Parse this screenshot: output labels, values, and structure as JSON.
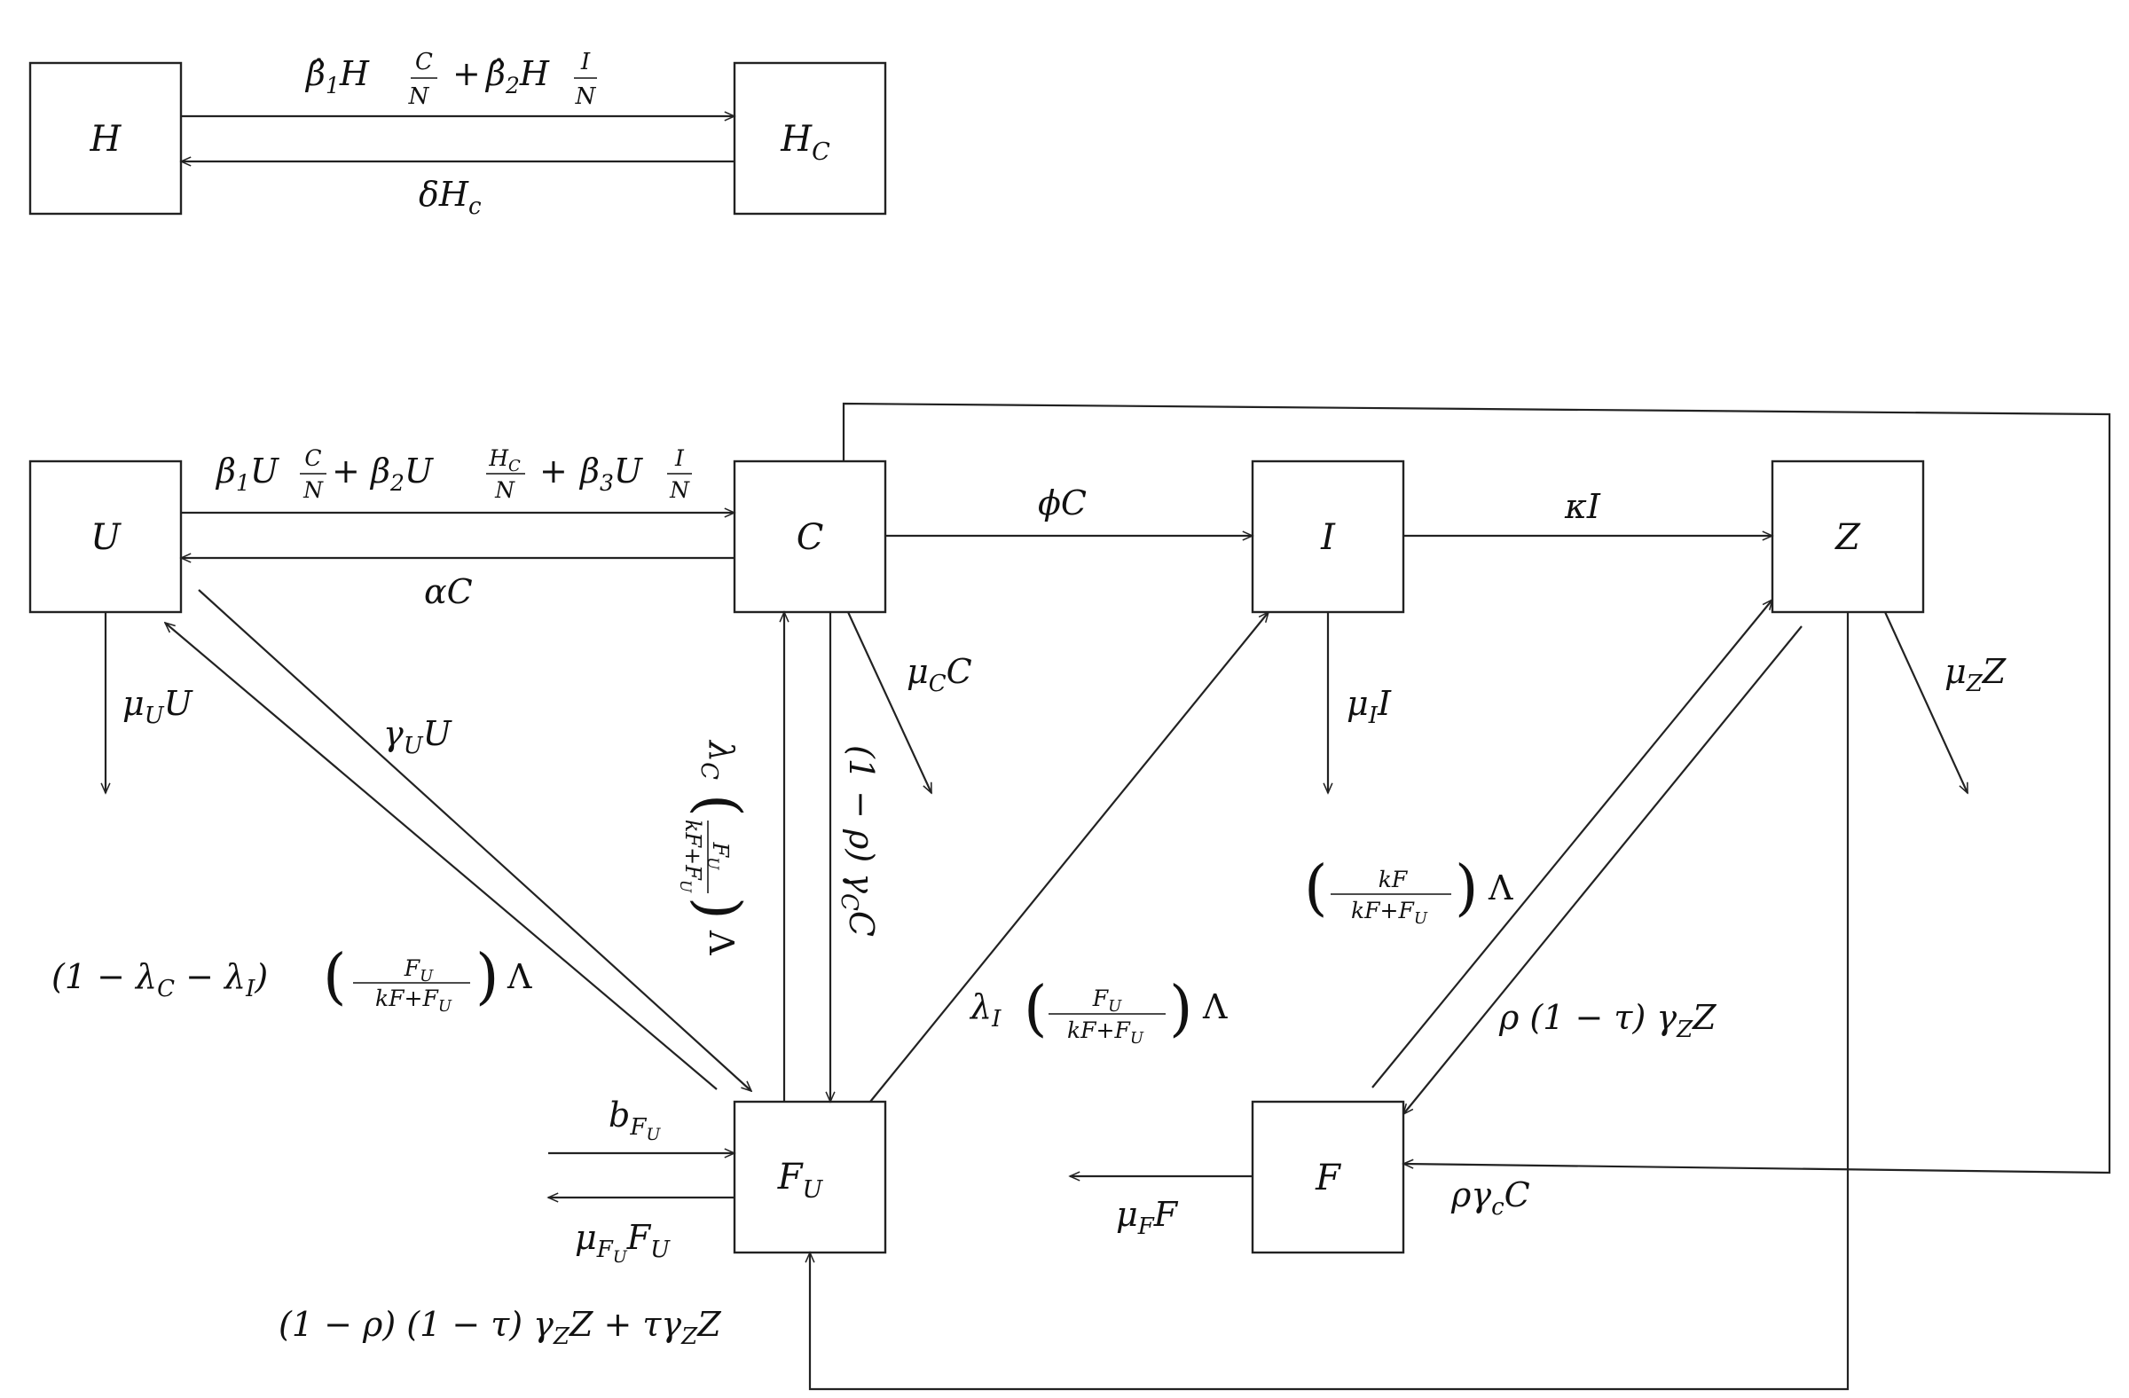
{
  "nodes": {
    "H": "H",
    "HC": {
      "base": "H",
      "sub": "C"
    },
    "U": "U",
    "C": "C",
    "I": "I",
    "Z": "Z",
    "FU": {
      "base": "F",
      "sub": "U"
    },
    "F": "F"
  },
  "labels": {
    "h_to_hc": {
      "beta1": "β̂",
      "one": "1",
      "h1": "H",
      "c": "C",
      "n1": "N",
      "plus": "+",
      "beta2": "β̂",
      "two": "2",
      "h2": "H",
      "i": "I",
      "n2": "N"
    },
    "hc_to_h": {
      "delta": "δH",
      "sub": "c"
    },
    "u_to_c": {
      "b1": "β",
      "s1": "1",
      "u1": "U",
      "c": "C",
      "n1": "N",
      "p1": "+",
      "b2": "β",
      "s2": "2",
      "u2": "U",
      "hc": "H",
      "hcs": "C",
      "n2": "N",
      "p2": "+",
      "b3": "β",
      "s3": "3",
      "u3": "U",
      "i": "I",
      "n3": "N"
    },
    "c_to_u": "αC",
    "c_to_i": "ϕC",
    "i_to_z": "κI",
    "u_death": {
      "mu": "μ",
      "sub": "U",
      "var": "U"
    },
    "c_death": {
      "mu": "μ",
      "sub": "C",
      "var": "C"
    },
    "i_death": {
      "mu": "μ",
      "sub": "I",
      "var": "I"
    },
    "z_death": {
      "mu": "μ",
      "sub": "Z",
      "var": "Z"
    },
    "u_to_fu": {
      "g": "γ",
      "sub": "U",
      "var": "U"
    },
    "fu_to_u": {
      "pre": "(1 − λ",
      "s1": "C",
      "mid": " − λ",
      "s2": "I",
      "close": ")",
      "num": "F",
      "nums": "U",
      "den": "kF+F",
      "dens": "U",
      "lam": "Λ"
    },
    "fu_to_c": {
      "lam": "λ",
      "sub": "C",
      "num": "F",
      "nums": "U",
      "den": "kF+F",
      "dens": "U",
      "big": "Λ"
    },
    "c_to_fu": {
      "pre": "(1 − ρ) γ",
      "sub": "C",
      "var": "C"
    },
    "fu_to_i": {
      "lam": "λ",
      "sub": "I",
      "num": "F",
      "nums": "U",
      "den": "kF+F",
      "dens": "U",
      "big": "Λ"
    },
    "f_to_z": {
      "num": "kF",
      "den": "kF+F",
      "dens": "U",
      "big": "Λ"
    },
    "z_to_f": {
      "pre": "ρ (1 − τ) γ",
      "sub": "Z",
      "var": "Z"
    },
    "birth": {
      "b": "b",
      "sub": "F",
      "subsub": "U"
    },
    "fu_death": {
      "mu": "μ",
      "sub": "F",
      "subsub": "U",
      "var": "F",
      "vsub": "U"
    },
    "f_death": {
      "mu": "μ",
      "sub": "F",
      "var": "F"
    },
    "c_to_f": {
      "pre": "ργ",
      "sub": "c",
      "var": "C"
    },
    "z_to_fu": {
      "pre": "(1 − ρ) (1 − τ) γ",
      "s1": "Z",
      "mid": "Z + τγ",
      "s2": "Z",
      "end": "Z"
    }
  }
}
